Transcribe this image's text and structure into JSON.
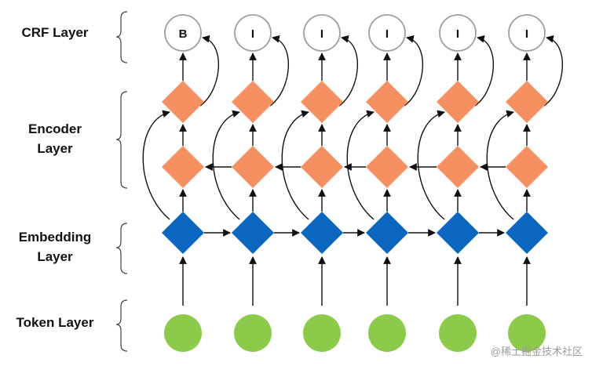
{
  "layers": {
    "crf": {
      "lines": [
        "CRF Layer"
      ]
    },
    "encoder": {
      "lines": [
        "Encoder",
        "Layer"
      ]
    },
    "embedding": {
      "lines": [
        "Embedding",
        "Layer"
      ]
    },
    "token": {
      "lines": [
        "Token Layer"
      ]
    }
  },
  "crf_tags": [
    "B",
    "I",
    "I",
    "I",
    "I",
    "I"
  ],
  "colors": {
    "crf_stroke": "#a0a0a0",
    "encoder_fill": "#f69060",
    "embedding_fill": "#0a66c0",
    "token_fill": "#8ccb4a",
    "arrow": "#111111"
  },
  "watermark": "@稀土掘金技术社区"
}
